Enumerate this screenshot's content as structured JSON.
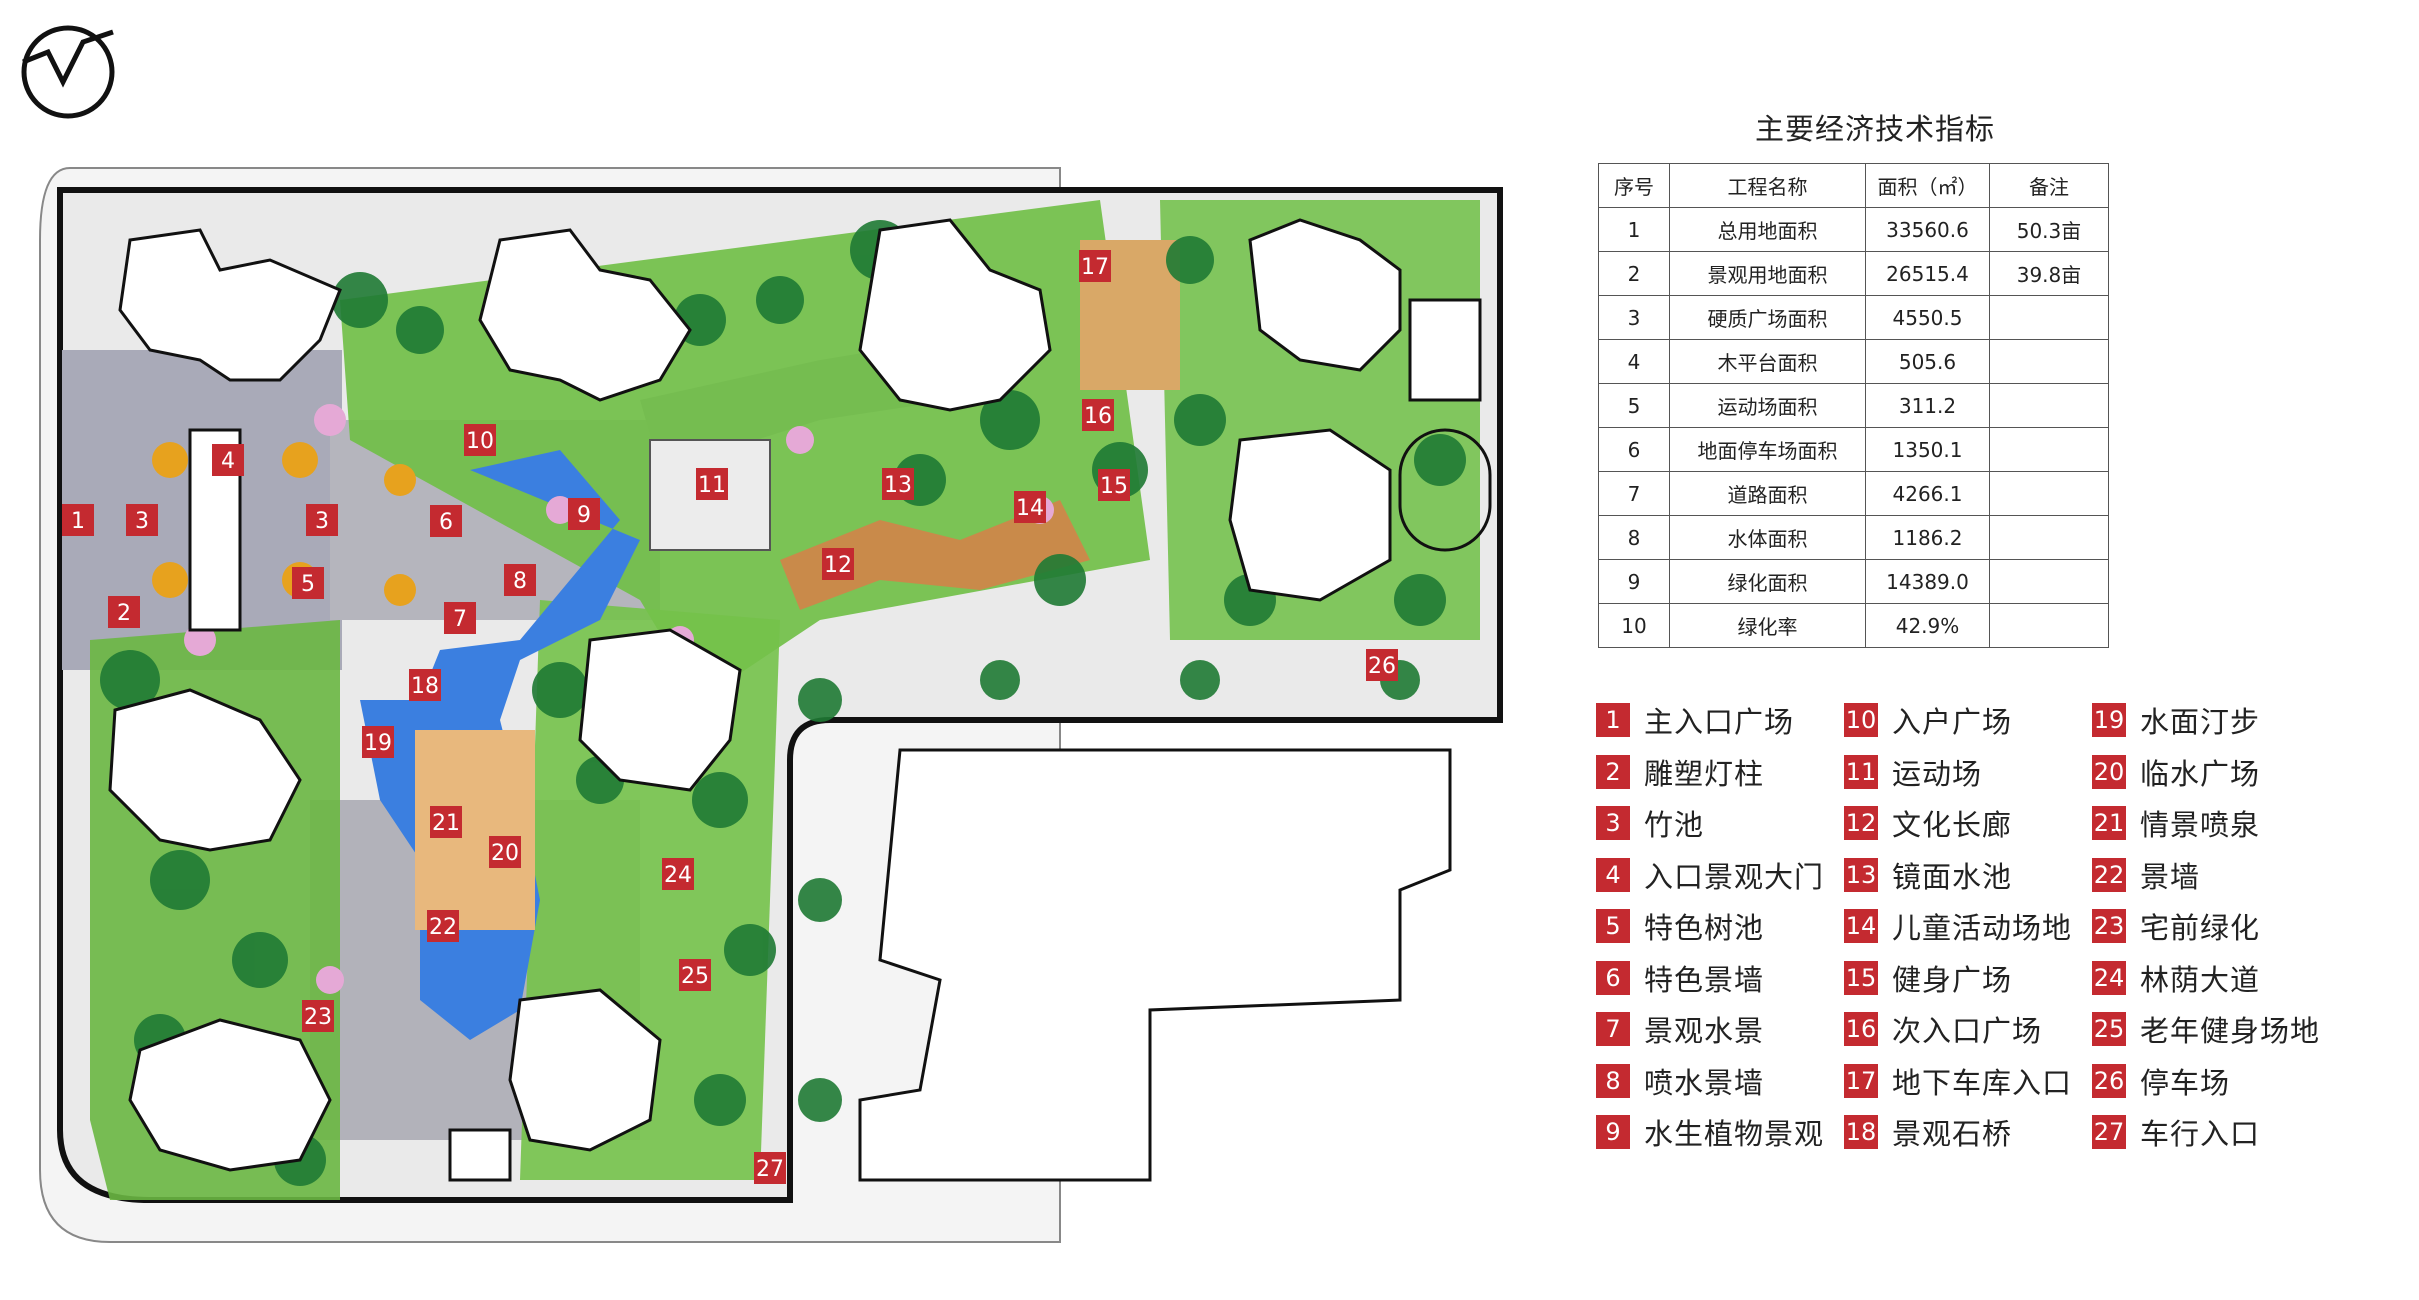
{
  "table": {
    "title": "主要经济技术指标",
    "headers": [
      "序号",
      "工程名称",
      "面积（㎡）",
      "备注"
    ],
    "rows": [
      [
        "1",
        "总用地面积",
        "33560.6",
        "50.3亩"
      ],
      [
        "2",
        "景观用地面积",
        "26515.4",
        "39.8亩"
      ],
      [
        "3",
        "硬质广场面积",
        "4550.5",
        ""
      ],
      [
        "4",
        "木平台面积",
        "505.6",
        ""
      ],
      [
        "5",
        "运动场面积",
        "311.2",
        ""
      ],
      [
        "6",
        "地面停车场面积",
        "1350.1",
        ""
      ],
      [
        "7",
        "道路面积",
        "4266.1",
        ""
      ],
      [
        "8",
        "水体面积",
        "1186.2",
        ""
      ],
      [
        "9",
        "绿化面积",
        "14389.0",
        ""
      ],
      [
        "10",
        "绿化率",
        "42.9%",
        ""
      ]
    ]
  },
  "legend": [
    {
      "num": "1",
      "label": "主入口广场"
    },
    {
      "num": "2",
      "label": "雕塑灯柱"
    },
    {
      "num": "3",
      "label": "竹池"
    },
    {
      "num": "4",
      "label": "入口景观大门"
    },
    {
      "num": "5",
      "label": "特色树池"
    },
    {
      "num": "6",
      "label": "特色景墙"
    },
    {
      "num": "7",
      "label": "景观水景"
    },
    {
      "num": "8",
      "label": "喷水景墙"
    },
    {
      "num": "9",
      "label": "水生植物景观"
    },
    {
      "num": "10",
      "label": "入户广场"
    },
    {
      "num": "11",
      "label": "运动场"
    },
    {
      "num": "12",
      "label": "文化长廊"
    },
    {
      "num": "13",
      "label": "镜面水池"
    },
    {
      "num": "14",
      "label": "儿童活动场地"
    },
    {
      "num": "15",
      "label": "健身广场"
    },
    {
      "num": "16",
      "label": "次入口广场"
    },
    {
      "num": "17",
      "label": "地下车库入口"
    },
    {
      "num": "18",
      "label": "景观石桥"
    },
    {
      "num": "19",
      "label": "水面汀步"
    },
    {
      "num": "20",
      "label": "临水广场"
    },
    {
      "num": "21",
      "label": "情景喷泉"
    },
    {
      "num": "22",
      "label": "景墙"
    },
    {
      "num": "23",
      "label": "宅前绿化"
    },
    {
      "num": "24",
      "label": "林荫大道"
    },
    {
      "num": "25",
      "label": "老年健身场地"
    },
    {
      "num": "26",
      "label": "停车场"
    },
    {
      "num": "27",
      "label": "车行入口"
    }
  ],
  "plan_markers": [
    "1",
    "2",
    "3",
    "3",
    "4",
    "5",
    "6",
    "7",
    "8",
    "9",
    "10",
    "11",
    "12",
    "13",
    "14",
    "15",
    "16",
    "17",
    "18",
    "19",
    "20",
    "21",
    "22",
    "23",
    "24",
    "25",
    "26",
    "27"
  ],
  "colors": {
    "marker_red": "#c42a30",
    "grass": "#7cc24a",
    "tree_dark": "#1f7a34",
    "water": "#3b7fe0",
    "plaza": "#b8b8c0",
    "wood": "#d9a867",
    "building": "#ffffff"
  },
  "icons": {
    "north_arrow": "north-arrow-icon"
  }
}
